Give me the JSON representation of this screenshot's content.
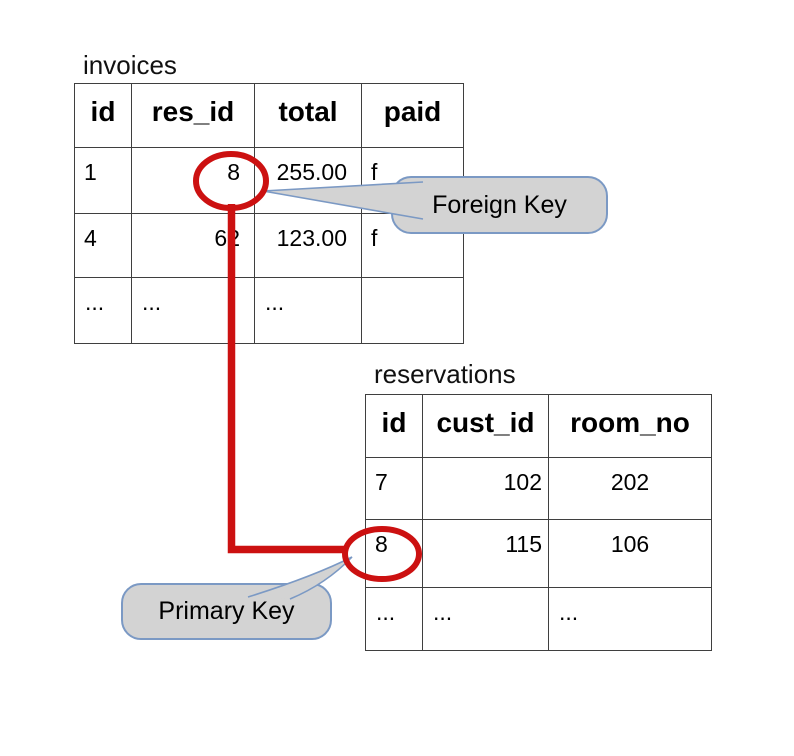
{
  "diagram": {
    "colors": {
      "background": "#ffffff",
      "highlight_red": "#cc1111",
      "callout_fill": "#d3d3d3",
      "callout_border": "#7b99c4",
      "table_border": "#3f3f3f"
    },
    "relation": {
      "invoices_circled_value": "8",
      "reservations_circled_value": "8"
    }
  },
  "tables": {
    "invoices": {
      "title": "invoices",
      "columns": [
        "id",
        "res_id",
        "total",
        "paid"
      ],
      "rows": [
        [
          "1",
          "8",
          "255.00",
          "f"
        ],
        [
          "4",
          "62",
          "123.00",
          "f"
        ],
        [
          "...",
          "...",
          "...",
          ""
        ]
      ]
    },
    "reservations": {
      "title": "reservations",
      "columns": [
        "id",
        "cust_id",
        "room_no"
      ],
      "rows": [
        [
          "7",
          "102",
          "202"
        ],
        [
          "8",
          "115",
          "106"
        ],
        [
          "...",
          "...",
          "..."
        ]
      ]
    }
  },
  "callouts": {
    "foreign_key": {
      "label": "Foreign Key"
    },
    "primary_key": {
      "label": "Primary Key"
    }
  }
}
